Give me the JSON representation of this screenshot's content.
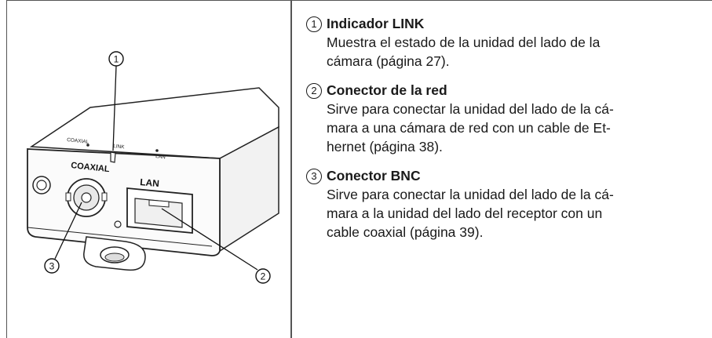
{
  "callouts": [
    {
      "number": "1",
      "title": "Indicador LINK",
      "lines": [
        "Muestra el estado de la unidad del lado de la",
        "cámara (página 27)."
      ]
    },
    {
      "number": "2",
      "title": "Conector de la red",
      "lines": [
        "Sirve para conectar la unidad del lado de la cá-",
        "mara a una cámara de red con un cable de Et-",
        "hernet (página 38)."
      ]
    },
    {
      "number": "3",
      "title": "Conector BNC",
      "lines": [
        "Sirve para conectar la unidad del lado de la cá-",
        "mara a la unidad del lado del receptor con un",
        "cable coaxial (página 39)."
      ]
    }
  ],
  "device_labels": {
    "coaxial_small": "COAXIAL",
    "link_small": "LINK",
    "lan_small": "LAN",
    "coaxial_port": "COAXIAL",
    "lan_port": "LAN"
  },
  "figure_markers": [
    "1",
    "2",
    "3"
  ]
}
